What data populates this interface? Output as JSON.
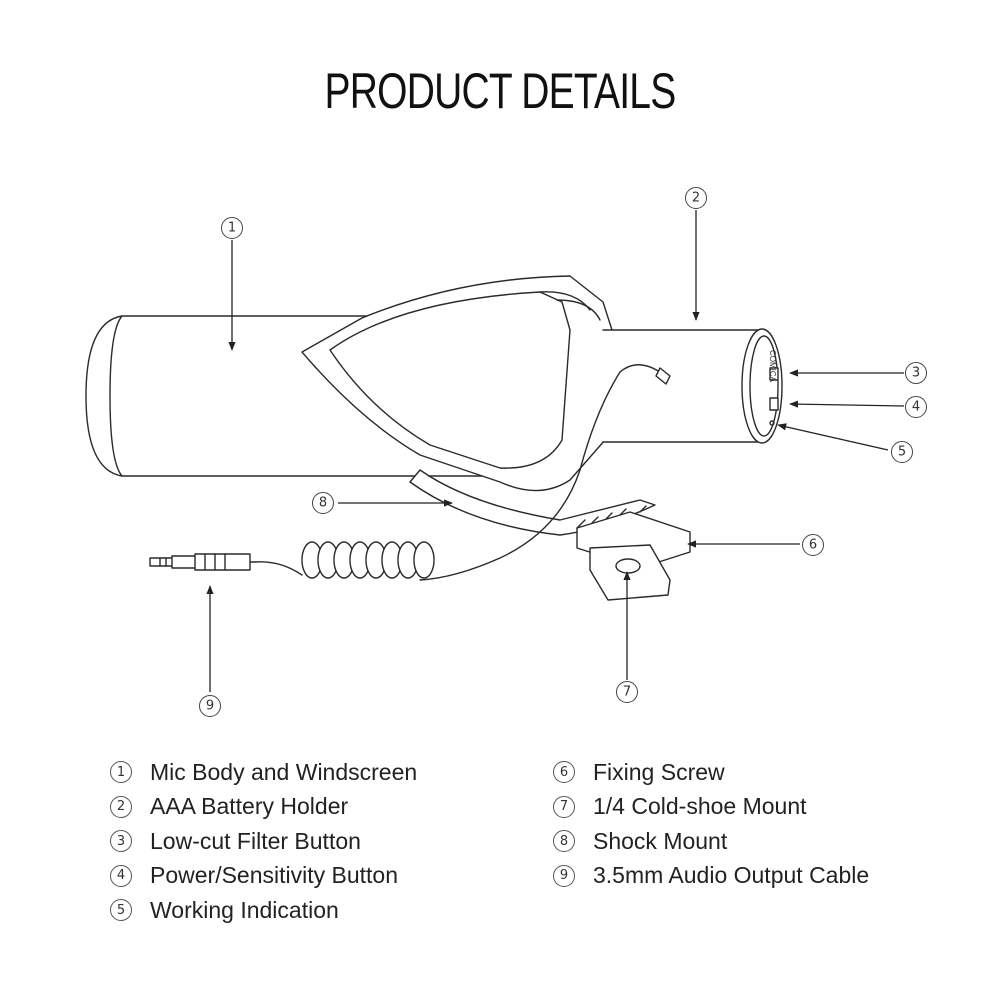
{
  "title": "PRODUCT DETAILS",
  "callouts": [
    "1",
    "2",
    "3",
    "4",
    "5",
    "6",
    "7",
    "8",
    "9"
  ],
  "brand_mark": "COMICA",
  "legend": [
    {
      "num": "1",
      "label": "Mic Body and Windscreen"
    },
    {
      "num": "2",
      "label": "AAA Battery Holder"
    },
    {
      "num": "3",
      "label": "Low-cut Filter Button"
    },
    {
      "num": "4",
      "label": "Power/Sensitivity Button"
    },
    {
      "num": "5",
      "label": "Working Indication"
    },
    {
      "num": "6",
      "label": "Fixing Screw"
    },
    {
      "num": "7",
      "label": "1/4 Cold-shoe Mount"
    },
    {
      "num": "8",
      "label": "Shock Mount"
    },
    {
      "num": "9",
      "label": "3.5mm Audio Output Cable"
    }
  ],
  "colors": {
    "line": "#2a2a2a",
    "text": "#222222",
    "background": "#ffffff"
  }
}
